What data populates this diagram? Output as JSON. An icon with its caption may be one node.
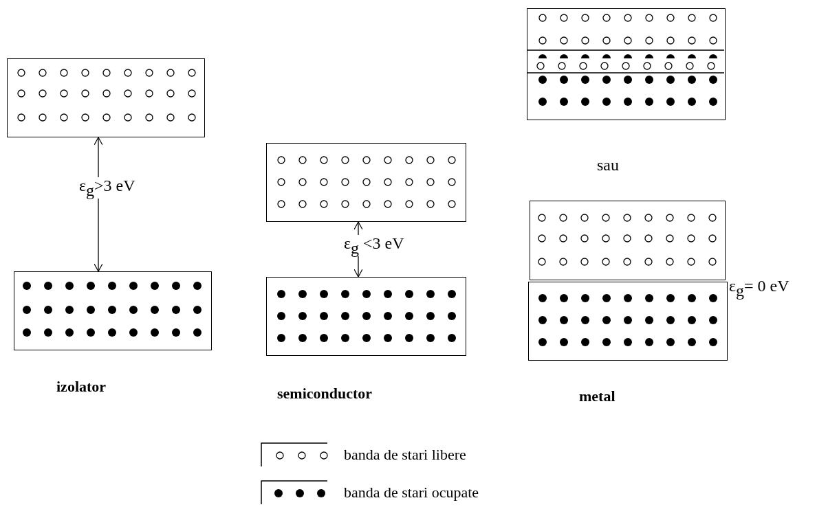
{
  "diagram": {
    "nodes": [
      {
        "text": [],
        "shape": "box"
      },
      {
        "text": [],
        "shape": "box",
        "beside": [
          "izolator"
        ]
      },
      {
        "text": [],
        "shape": "box"
      },
      {
        "text": [],
        "shape": "box",
        "beside": [
          "semiconductor"
        ]
      },
      {
        "text": [],
        "shape": "box"
      },
      {
        "text": [],
        "shape": "box"
      },
      {
        "text": [],
        "shape": "box",
        "beside": [
          "metal"
        ]
      }
    ],
    "edges": [
      {
        "from": 0,
        "to": 1,
        "arrow": "both",
        "label": "ε$_{g}$>3 eV"
      },
      {
        "from": 2,
        "to": 3,
        "arrow": "both",
        "label": "ε$_{g}$ <3 eV"
      }
    ],
    "labels": [
      "sau",
      "ε$_{g}$= 0 eV"
    ],
    "legend": [
      {
        "text": "banda de stari libere"
      },
      {
        "text": "banda de stari ocupate"
      }
    ]
  }
}
